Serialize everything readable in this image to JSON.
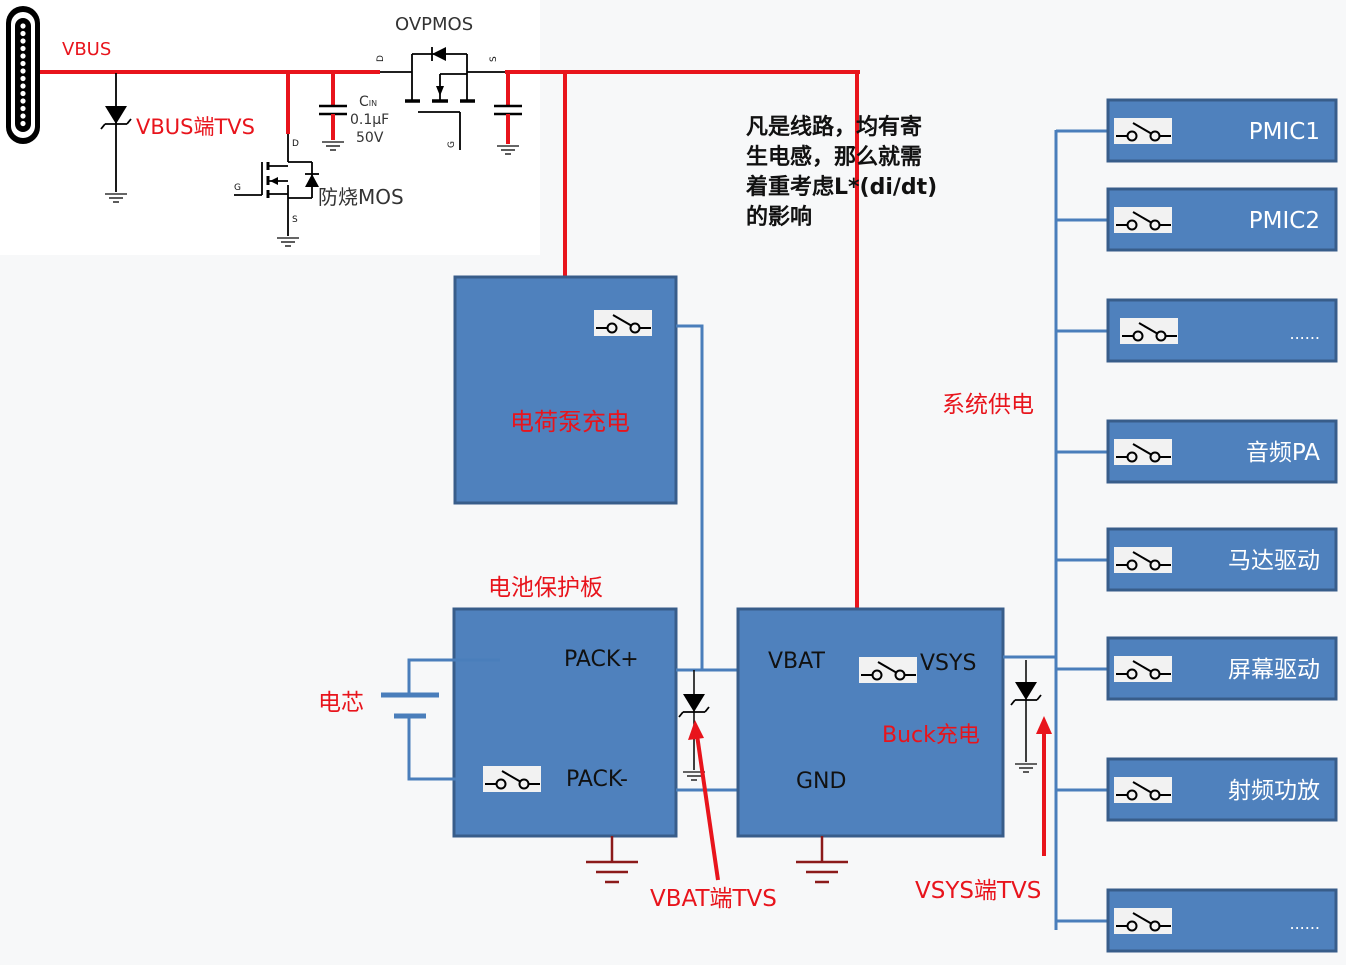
{
  "colors": {
    "power_line": "#e8141c",
    "signal_line": "#4a7ebb",
    "block_fill": "#4f81bd",
    "block_border": "#385d8a",
    "label_red": "#e8141c",
    "ground_dark": "#8b1a1a"
  },
  "input_stage": {
    "connector_icon": "usb-c-connector-icon",
    "vbus_label": "VBUS",
    "vbus_tvs_label": "VBUS端TVS",
    "anti_burn_mos_label": "防烧MOS",
    "anti_burn_mos_pins": {
      "drain": "D",
      "gate": "G",
      "source": "S"
    },
    "cin_label": "C",
    "cin_sub": "IN",
    "cin_value": "0.1μF",
    "cin_voltage": "50V",
    "ovp_mos_label": "OVPMOS",
    "ovp_mos_pins": {
      "drain": "D",
      "gate": "G",
      "source": "S"
    }
  },
  "note": {
    "lines": [
      "凡是线路，均有寄",
      "生电感，那么就需",
      "着重考虑L*(di/dt)",
      "的影响"
    ]
  },
  "charge_pump": {
    "label": "电荷泵充电",
    "switch_icon": "switch-icon"
  },
  "battery": {
    "cell_label": "电芯",
    "protection_board_label": "电池保护板",
    "pack_plus": "PACK+",
    "pack_minus": "PACK-",
    "switch_icon": "switch-icon"
  },
  "buck": {
    "label": "Buck充电",
    "vbat": "VBAT",
    "vsys": "VSYS",
    "gnd": "GND",
    "switch_icon": "switch-icon"
  },
  "tvs_annotations": {
    "vbat_tvs": "VBAT端TVS",
    "vsys_tvs": "VSYS端TVS"
  },
  "system_supply": {
    "label": "系统供电",
    "loads": [
      {
        "label": "PMIC1"
      },
      {
        "label": "PMIC2"
      },
      {
        "label": "......"
      },
      {
        "label": "音频PA"
      },
      {
        "label": "马达驱动"
      },
      {
        "label": "屏幕驱动"
      },
      {
        "label": "射频功放"
      },
      {
        "label": "......"
      }
    ]
  }
}
